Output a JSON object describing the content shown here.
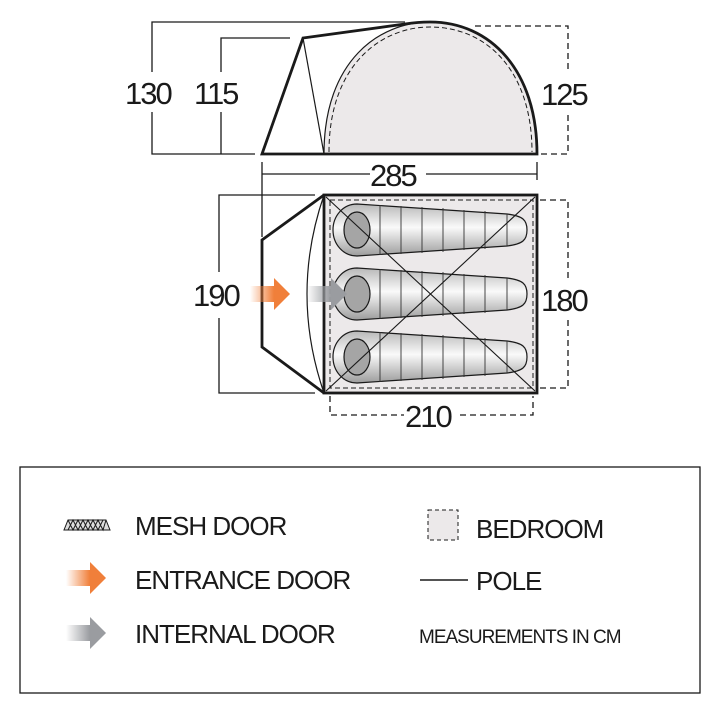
{
  "dimensions": {
    "total_height": "130",
    "porch_height": "115",
    "inner_height": "125",
    "total_length": "285",
    "porch_width": "190",
    "inner_width": "180",
    "inner_length": "210"
  },
  "legend": {
    "mesh_door": "MESH DOOR",
    "entrance_door": "ENTRANCE DOOR",
    "internal_door": "INTERNAL DOOR",
    "bedroom": "BEDROOM",
    "pole": "POLE",
    "units_note": "MEASUREMENTS IN CM"
  },
  "colors": {
    "entrance_arrow": "#f07f3a",
    "internal_arrow": "#9a9ca0",
    "bedroom_fill": "#ece9ea",
    "outline": "#1a1a1a"
  }
}
